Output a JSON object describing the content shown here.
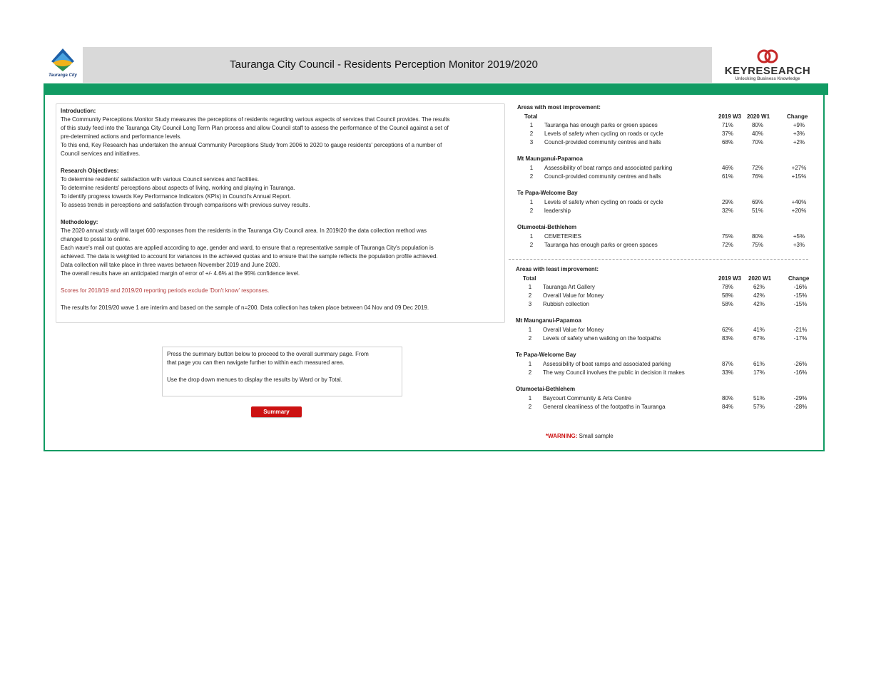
{
  "header": {
    "title": "Tauranga City Council - Residents Perception Monitor 2019/2020",
    "left_logo_text": "Tauranga City",
    "right_logo_name": "KEYRESEARCH",
    "right_logo_tagline": "Unlocking Business Knowledge"
  },
  "intro": {
    "introduction_heading": "Introduction:",
    "introduction_lines": [
      "The Community Perceptions Monitor Study measures the perceptions of residents regarding various aspects of services that Council provides. The results",
      "of this study feed into the Tauranga City Council Long Term Plan process and allow Council staff to assess the performance of the Council against a set of",
      "pre-determined actions and performance levels.",
      "To this end, Key Research has undertaken the annual Community Perceptions Study from 2006 to 2020 to gauge residents' perceptions of a number of",
      "Council services and initiatives."
    ],
    "objectives_heading": "Research Objectives:",
    "objectives_lines": [
      "To determine residents' satisfaction with various Council services and facilities.",
      "To determine residents' perceptions about aspects of living, working and playing in Tauranga.",
      "To identify progress towards Key Performance Indicators (KPIs) in Council's Annual Report.",
      "To assess trends in perceptions and satisfaction through comparisons with previous survey results."
    ],
    "methodology_heading": "Methodology:",
    "methodology_lines": [
      "The 2020 annual study will target 600 responses from the residents in the Tauranga City Council area. In 2019/20 the data collection method was",
      "changed to postal to online.",
      "Each wave's mail out quotas are applied according to age, gender and ward, to ensure that a representative sample of Tauranga City's population is",
      "achieved. The data is weighted to account for variances in the achieved quotas and to ensure that the sample reflects the population profile achieved.",
      "Data collection will take place in three waves between November 2019 and June 2020.",
      "The overall results have an anticipated margin of error of +/- 4.6% at the 95% confidence level."
    ],
    "scores_note": "Scores for 2018/19 and 2019/20 reporting periods exclude 'Don't know' responses.",
    "interim_note": "The results for 2019/20 wave 1 are interim and based on the sample of n=200.  Data collection has taken place between 04 Nov and 09 Dec 2019."
  },
  "note": {
    "line1": "Press the summary button below to proceed to the overall summary page. From",
    "line2": "that page you can then navigate further to within each measured area.",
    "line3": "Use the drop down menues to display the results by Ward or by Total."
  },
  "summary_button": "Summary",
  "improvement": {
    "title": "Areas with most improvement:",
    "col_a": "2019 W3",
    "col_b": "2020 W1",
    "col_c": "Change",
    "groups": [
      {
        "name": "Total",
        "rows": [
          {
            "n": "1",
            "label": "Tauranga has enough parks or green spaces",
            "a": "71%",
            "b": "80%",
            "c": "+9%"
          },
          {
            "n": "2",
            "label": "Levels of safety when cycling on roads or cycle",
            "a": "37%",
            "b": "40%",
            "c": "+3%"
          },
          {
            "n": "3",
            "label": "Council-provided community centres and halls",
            "a": "68%",
            "b": "70%",
            "c": "+2%"
          }
        ]
      },
      {
        "name": "Mt Maunganui-Papamoa",
        "rows": [
          {
            "n": "1",
            "label": "Assessibility of boat ramps and associated parking",
            "a": "46%",
            "b": "72%",
            "c": "+27%"
          },
          {
            "n": "2",
            "label": "Council-provided community centres and halls",
            "a": "61%",
            "b": "76%",
            "c": "+15%"
          }
        ]
      },
      {
        "name": "Te Papa-Welcome Bay",
        "rows": [
          {
            "n": "1",
            "label": "Levels of safety when cycling on roads or cycle",
            "a": "29%",
            "b": "69%",
            "c": "+40%"
          },
          {
            "n": "2",
            "label": "leadership",
            "a": "32%",
            "b": "51%",
            "c": "+20%"
          }
        ]
      },
      {
        "name": "Otumoetai-Bethlehem",
        "rows": [
          {
            "n": "1",
            "label": "CEMETERIES",
            "a": "75%",
            "b": "80%",
            "c": "+5%"
          },
          {
            "n": "2",
            "label": "Tauranga has enough parks or green spaces",
            "a": "72%",
            "b": "75%",
            "c": "+3%"
          }
        ]
      }
    ]
  },
  "decline": {
    "title": "Areas with least improvement:",
    "col_a": "2019 W3",
    "col_b": "2020 W1",
    "col_c": "Change",
    "groups": [
      {
        "name": "Total",
        "rows": [
          {
            "n": "1",
            "label": "Tauranga Art Gallery",
            "a": "78%",
            "b": "62%",
            "c": "-16%"
          },
          {
            "n": "2",
            "label": "Overall Value for Money",
            "a": "58%",
            "b": "42%",
            "c": "-15%"
          },
          {
            "n": "3",
            "label": "Rubbish collection",
            "a": "58%",
            "b": "42%",
            "c": "-15%"
          }
        ]
      },
      {
        "name": "Mt Maunganui-Papamoa",
        "rows": [
          {
            "n": "1",
            "label": "Overall Value for Money",
            "a": "62%",
            "b": "41%",
            "c": "-21%"
          },
          {
            "n": "2",
            "label": "Levels of safety when walking on the footpaths",
            "a": "83%",
            "b": "67%",
            "c": "-17%"
          }
        ]
      },
      {
        "name": "Te Papa-Welcome Bay",
        "rows": [
          {
            "n": "1",
            "label": "Assessibility of boat ramps and associated parking",
            "a": "87%",
            "b": "61%",
            "c": "-26%"
          },
          {
            "n": "2",
            "label": "The way Council involves the public in decision it makes",
            "a": "33%",
            "b": "17%",
            "c": "-16%"
          }
        ]
      },
      {
        "name": "Otumoetai-Bethlehem",
        "rows": [
          {
            "n": "1",
            "label": "Baycourt Community & Arts Centre",
            "a": "80%",
            "b": "51%",
            "c": "-29%"
          },
          {
            "n": "2",
            "label": "General cleanliness of the footpaths in Tauranga",
            "a": "84%",
            "b": "57%",
            "c": "-28%"
          }
        ]
      }
    ]
  },
  "warning": {
    "label": "*WARNING:",
    "text": " Small sample"
  },
  "colors": {
    "brand_green": "#119b63",
    "button_red": "#cc1212",
    "header_grey": "#d9d9d9"
  }
}
